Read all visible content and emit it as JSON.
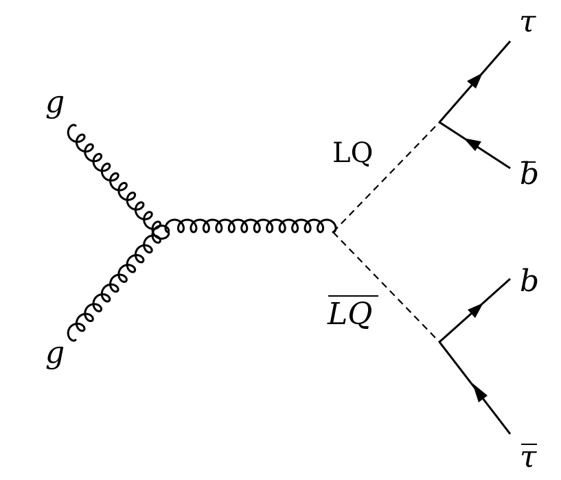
{
  "diagram": {
    "labels": {
      "gluon_in_top": "g",
      "gluon_in_bottom": "g",
      "leptoquark": "LQ",
      "anti_leptoquark": "LQ",
      "tau": "τ",
      "anti_b": "b",
      "b": "b",
      "anti_tau": "τ"
    },
    "colors": {
      "line": "#000000",
      "background": "#ffffff"
    }
  }
}
